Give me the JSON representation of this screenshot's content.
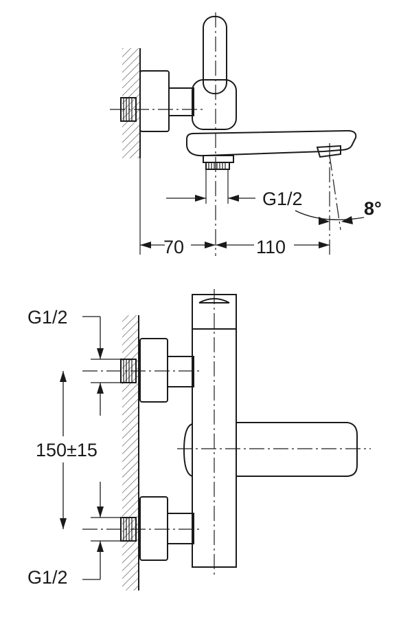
{
  "top_view": {
    "thread_label": "G1/2",
    "angle_label": "8°",
    "dim_wall_to_body": "70",
    "dim_body_to_spout": "110"
  },
  "front_view": {
    "thread_label_top": "G1/2",
    "thread_label_bottom": "G1/2",
    "dim_center_distance": "150±15"
  }
}
